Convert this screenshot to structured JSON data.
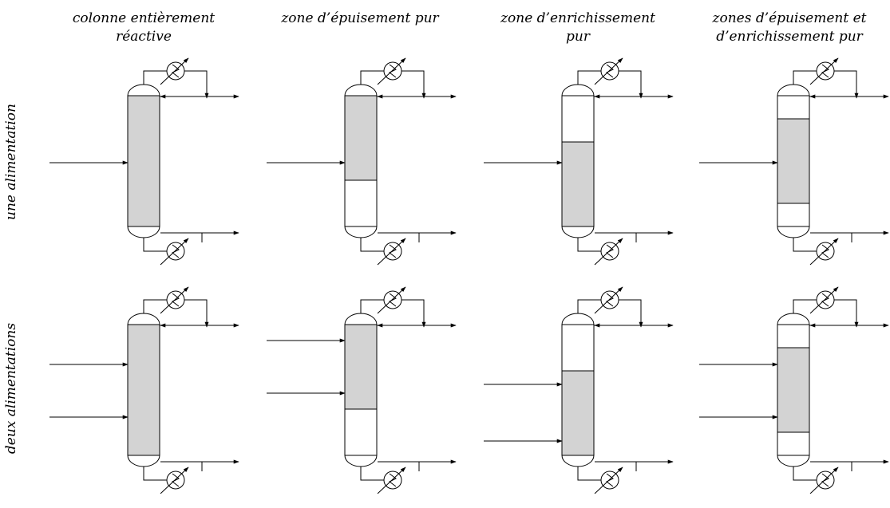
{
  "columns": [
    {
      "title": "colonne entièrement\nréactive",
      "reactive": "full"
    },
    {
      "title": "zone d’épuisement pur",
      "reactive": "upper"
    },
    {
      "title": "zone d’enrichissement\npur",
      "reactive": "lower"
    },
    {
      "title": "zones d’épuisement et\nd’enrichissement pur",
      "reactive": "middle"
    }
  ],
  "rows": [
    {
      "label": "une alimentation",
      "feeds": 1
    },
    {
      "label": "deux alimentations",
      "feeds": 2
    }
  ],
  "colors": {
    "reactive_fill": "#d3d3d3",
    "line": "#000000",
    "background": "#ffffff"
  },
  "icons": [
    "condenser-icon",
    "reboiler-icon",
    "arrow-icon"
  ]
}
